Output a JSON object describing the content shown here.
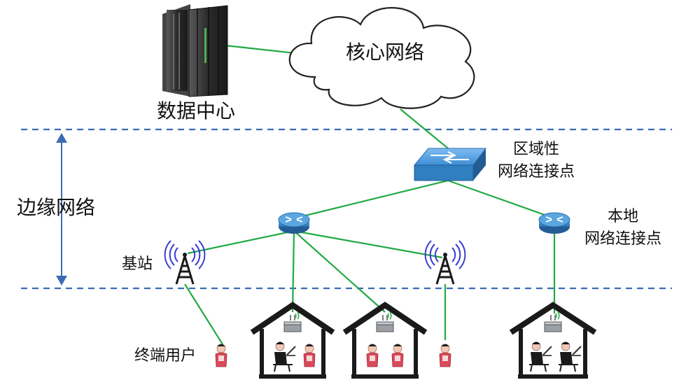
{
  "labels": {
    "core_network": "核心网络",
    "data_center": "数据中心",
    "regional_line1": "区域性",
    "regional_line2": "网络连接点",
    "edge_network": "边缘网络",
    "local_line1": "本地",
    "local_line2": "网络连接点",
    "base_station": "基站",
    "end_user": "终端用户"
  },
  "icons": {
    "server": "server-rack-icon",
    "cloud": "cloud-icon",
    "switch": "network-switch-icon",
    "router": "router-icon",
    "tower": "cell-tower-icon",
    "house": "house-icon",
    "user": "user-figure-icon"
  },
  "colors": {
    "link": "#22aa44",
    "boundary": "#3a6db5",
    "device": "#2f7fc1",
    "signal": "#3b3bd6",
    "structure": "#1a1a1a"
  }
}
